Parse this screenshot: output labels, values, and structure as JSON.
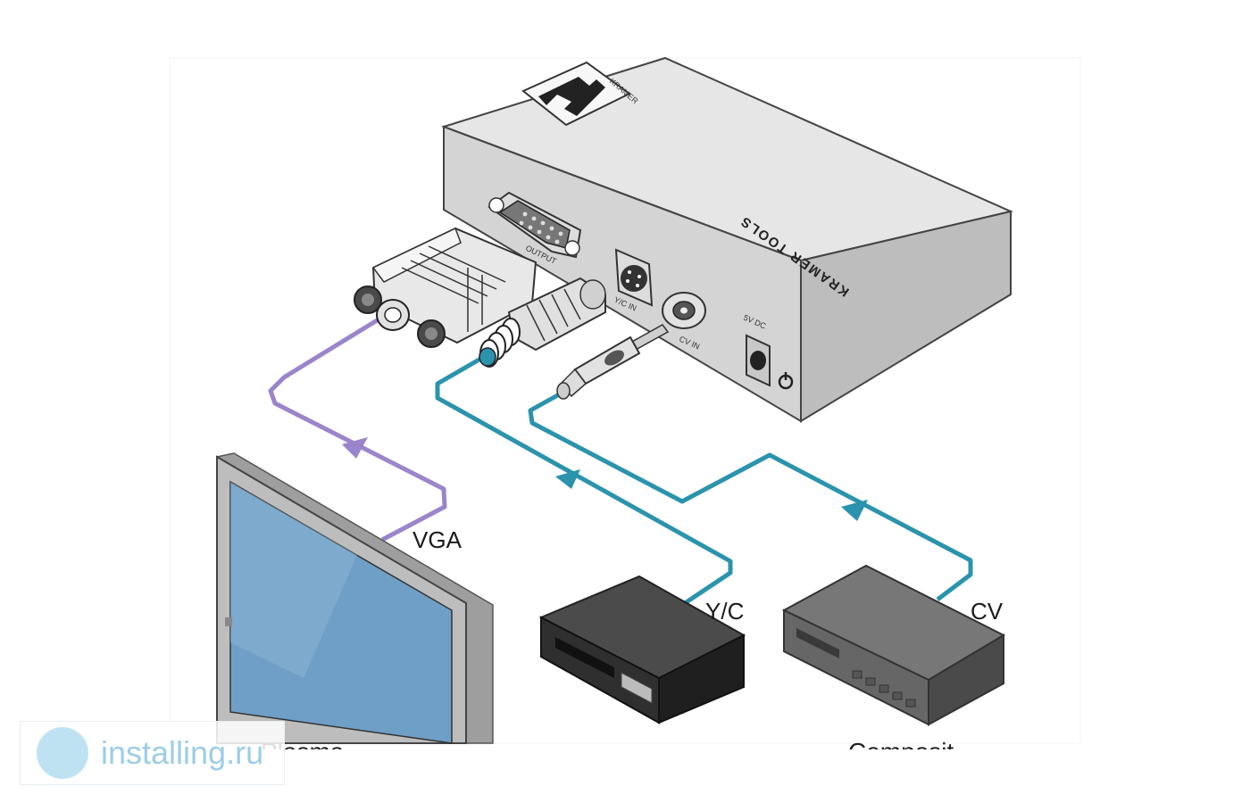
{
  "labels": {
    "vga": "VGA",
    "yc": "Y/C",
    "cv": "CV",
    "brand": "KRAMER  TOOLS",
    "port_output": "OUTPUT",
    "port_yc_in": "Y/C IN",
    "port_cv_in": "CV IN",
    "port_power": "5V DC",
    "cut_left": "Plasma",
    "cut_right": "Composit"
  },
  "watermark": {
    "text": "installing.ru"
  },
  "colors": {
    "vga_cable": "#9a85cc",
    "video_cable": "#2b93ad",
    "screen": "#6f9fc6",
    "device_dark": "#2a2a2a",
    "converter_body": "#dedede"
  }
}
